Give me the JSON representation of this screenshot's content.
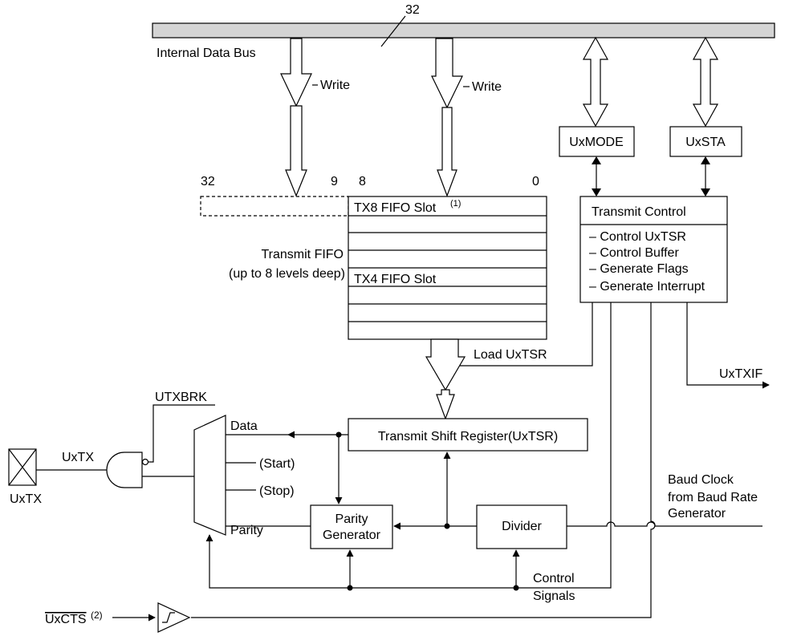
{
  "bus": {
    "width_label": "32",
    "label": "Internal Data Bus"
  },
  "write_labels": {
    "left": "Write",
    "right": "Write"
  },
  "fifo": {
    "bit_labels": {
      "b32": "32",
      "b9": "9",
      "b8": "8",
      "b0": "0"
    },
    "slot_top": "TX8 FIFO Slot",
    "slot_top_note": "(1)",
    "slot_mid": "TX4 FIFO Slot",
    "label_line1": "Transmit FIFO",
    "label_line2": "(up to 8 levels deep)"
  },
  "registers": {
    "mode": "UxMODE",
    "status": "UxSTA"
  },
  "transmit_control": {
    "title": "Transmit Control",
    "items": [
      "– Control UxTSR",
      "– Control Buffer",
      "– Generate Flags",
      "– Generate Interrupt"
    ]
  },
  "load_tsr": "Load UxTSR",
  "interrupt_flag": "UxTXIF",
  "utxbrk": "UTXBRK",
  "shift_register": "Transmit Shift Register(UxTSR)",
  "mux_inputs": {
    "data": "Data",
    "start": "(Start)",
    "stop": "(Stop)",
    "parity": "Parity"
  },
  "parity_generator": {
    "line1": "Parity",
    "line2": "Generator"
  },
  "divider": "Divider",
  "baud_clock": {
    "line1": "Baud Clock",
    "line2": "from Baud Rate",
    "line3": "Generator"
  },
  "control_signals": {
    "line1": "Control",
    "line2": "Signals"
  },
  "pin": {
    "net_label": "UxTX",
    "pin_label": "UxTX"
  },
  "cts": {
    "label": "UxCTS",
    "note": "(2)"
  }
}
